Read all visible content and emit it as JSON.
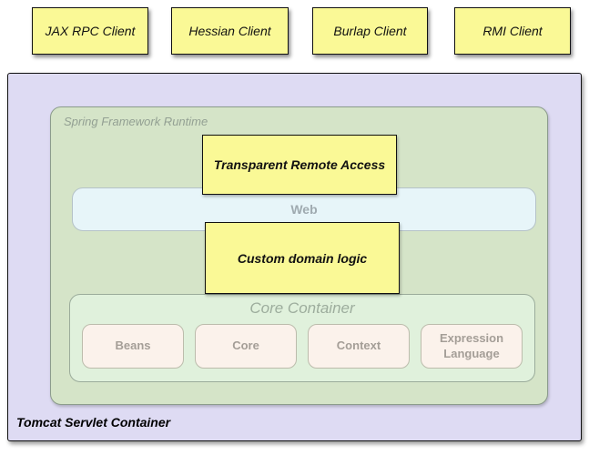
{
  "clients": [
    {
      "label": "JAX RPC Client"
    },
    {
      "label": "Hessian Client"
    },
    {
      "label": "Burlap Client"
    },
    {
      "label": "RMI Client"
    }
  ],
  "tomcat": {
    "label": "Tomcat Servlet Container"
  },
  "runtime": {
    "label": "Spring Framework Runtime"
  },
  "remote_access": {
    "label": "Transparent Remote Access"
  },
  "web": {
    "label": "Web"
  },
  "domain_logic": {
    "label": "Custom domain logic"
  },
  "core_container": {
    "label": "Core Container",
    "modules": [
      {
        "label": "Beans"
      },
      {
        "label": "Core"
      },
      {
        "label": "Context"
      },
      {
        "label": "Expression Language"
      }
    ]
  },
  "colors": {
    "client_box_fill": "#FAF996",
    "tomcat_fill": "#DEDBF3",
    "runtime_fill": "#D5E4C8",
    "web_fill": "#E7F5F9",
    "core_container_fill": "#E0F1DC",
    "module_fill": "#FBF2EB",
    "border_black": "#111111",
    "muted_text": "#9DAD9D"
  }
}
